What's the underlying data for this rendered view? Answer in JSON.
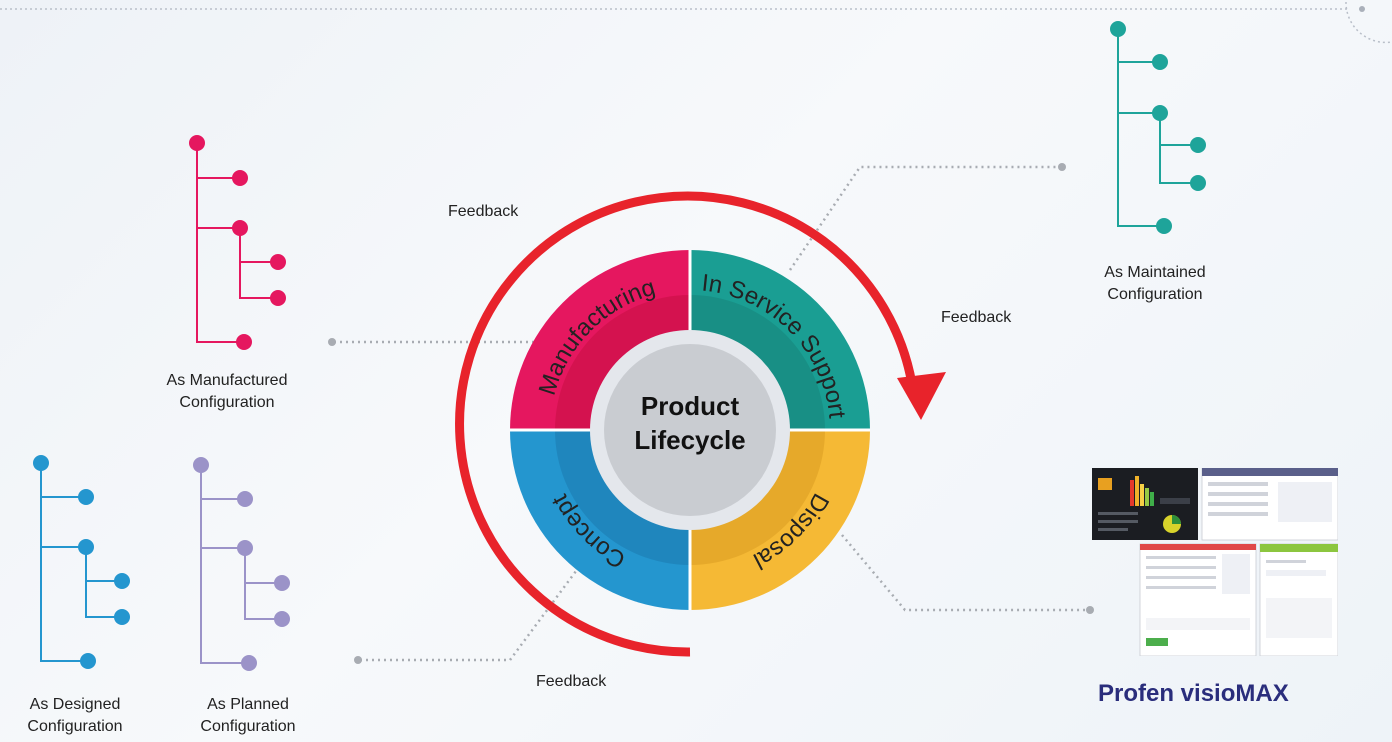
{
  "center": {
    "line1": "Product",
    "line2": "Lifecycle"
  },
  "segments": {
    "manufacturing": "Manufacturing",
    "in_service": "In Service Support",
    "disposal": "Disposal",
    "concept": "Concept"
  },
  "feedback": {
    "top": "Feedback",
    "right": "Feedback",
    "bottom": "Feedback"
  },
  "configurations": {
    "manufactured": {
      "line1": "As Manufactured",
      "line2": "Configuration"
    },
    "maintained": {
      "line1": "As Maintained",
      "line2": "Configuration"
    },
    "designed": {
      "line1": "As Designed",
      "line2": "Configuration"
    },
    "planned": {
      "line1": "As Planned",
      "line2": "Configuration"
    }
  },
  "brand": "Profen visioMAX",
  "colors": {
    "manufacturing": "#e5175f",
    "in_service": "#1a9e93",
    "disposal": "#f5b935",
    "concept": "#2496cf",
    "arrow": "#e8232b",
    "maintained_tree": "#1ea49a",
    "designed_tree": "#2496cf",
    "planned_tree": "#9b93c8",
    "brand": "#2a2d7c"
  }
}
